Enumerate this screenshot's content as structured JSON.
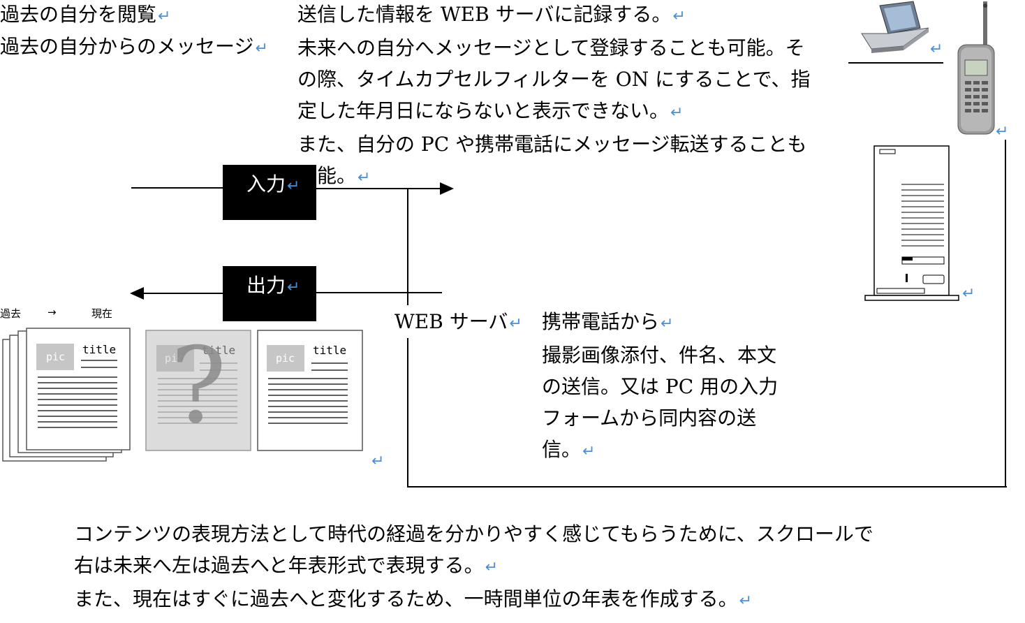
{
  "left_labels": {
    "line1": "過去の自分を閲覧",
    "line2": "過去の自分からのメッセージ"
  },
  "top_paragraph": {
    "line1": "送信した情報を WEB サーバに記録する。",
    "line2": "未来への自分へメッセージとして登録することも可能。そ",
    "line3": "の際、タイムカプセルフィルターを ON にすることで、指",
    "line4": "定した年月日にならないと表示できない。",
    "line5": "また、自分の PC や携帯電話にメッセージ転送することも",
    "line6": "可能。"
  },
  "input_box": {
    "label": "入力"
  },
  "output_box": {
    "label": "出力"
  },
  "timeline": {
    "past": "過去",
    "arrow": "→",
    "present": "現在"
  },
  "cards": [
    {
      "pic": "pic",
      "title": "title"
    },
    {
      "pic": "pic",
      "title": "title",
      "mystery": "?"
    },
    {
      "pic": "pic",
      "title": "title"
    }
  ],
  "web_server_label": "WEB サーバ",
  "mobile_text": {
    "line1": "携帯電話から",
    "line2": "撮影画像添付、件名、本文",
    "line3": "の送信。又は PC 用の入力",
    "line4": "フォームから同内容の送",
    "line5": "信。"
  },
  "bottom_paragraph": {
    "line1": "コンテンツの表現方法として時代の経過を分かりやすく感じてもらうために、スクロールで",
    "line2": "右は未来へ左は過去へと年表形式で表現する。",
    "line3": "また、現在はすぐに過去へと変化するため、一時間単位の年表を作成する。"
  },
  "return_mark": "↵"
}
